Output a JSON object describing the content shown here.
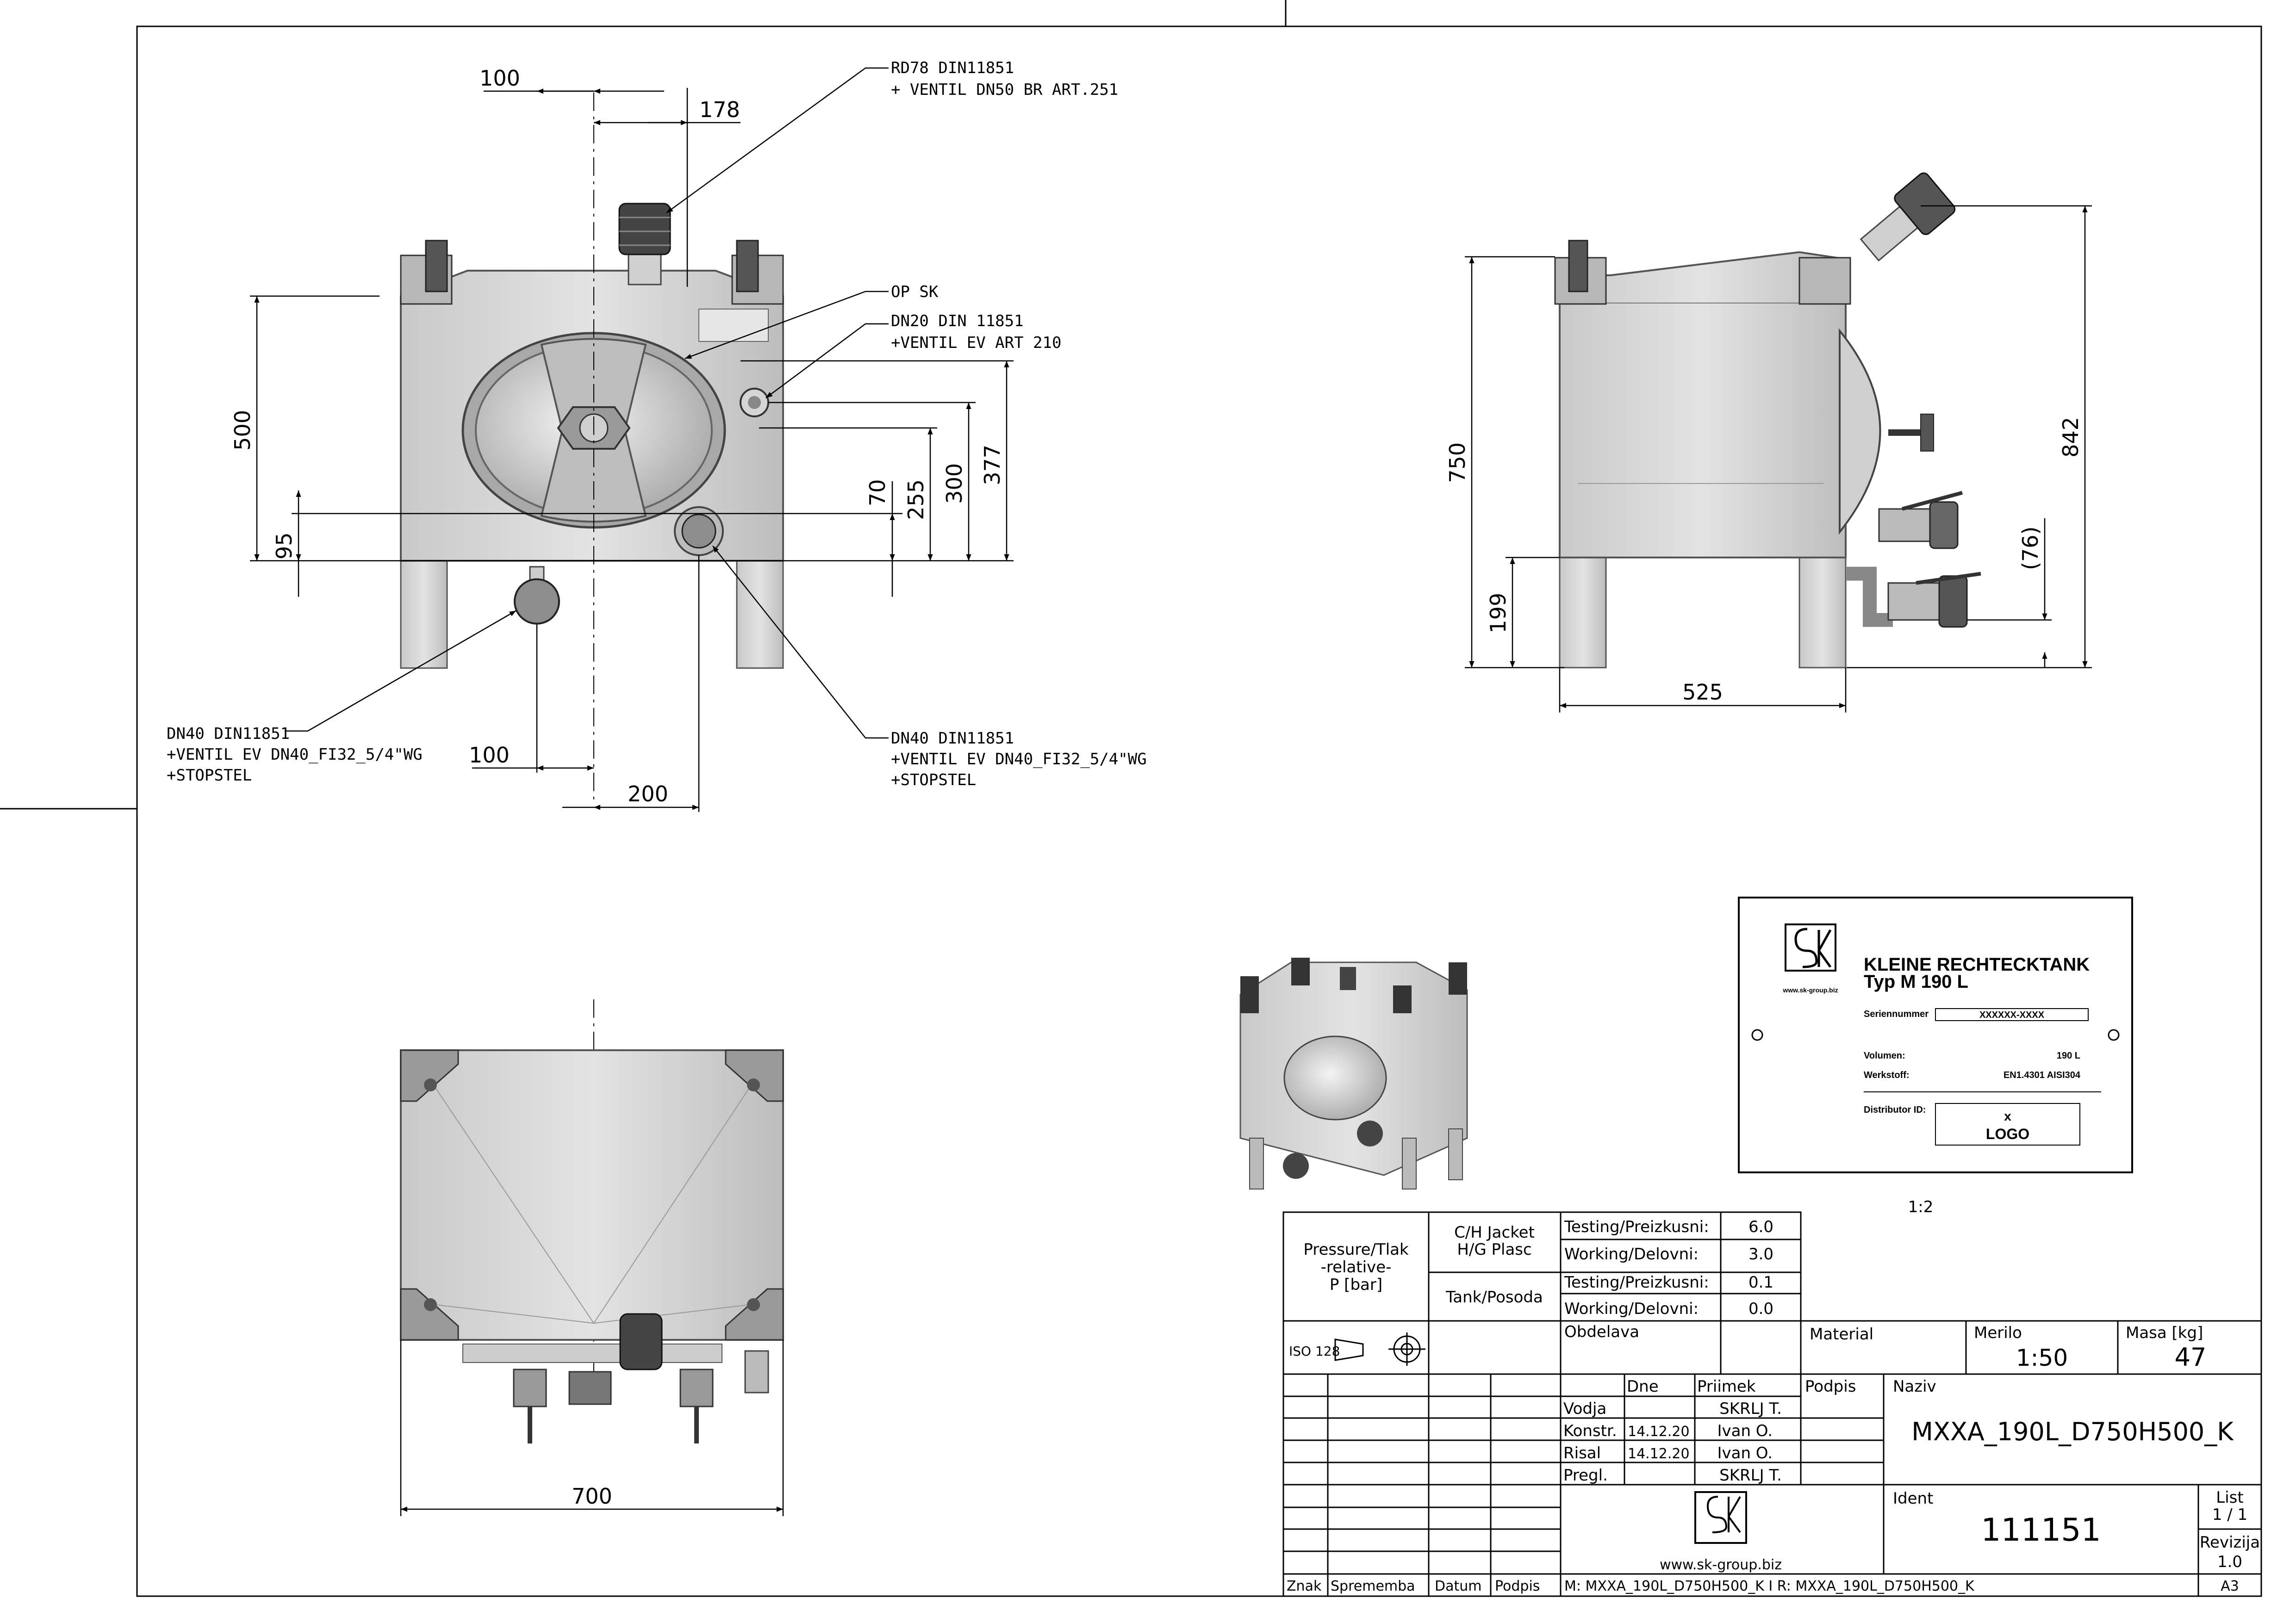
{
  "front_view": {
    "dims": {
      "d100_top": "100",
      "d178": "178",
      "d500": "500",
      "d95": "95",
      "d70": "70",
      "d255": "255",
      "d300": "300",
      "d377": "377",
      "d100_bottom": "100",
      "d200": "200"
    },
    "callouts": {
      "rd78_1": "RD78 DIN11851",
      "rd78_2": "+ VENTIL DN50 BR ART.251",
      "opsk": "OP SK",
      "dn20_1": "DN20 DIN 11851",
      "dn20_2": "+VENTIL EV ART 210",
      "dn40l_1": "DN40 DIN11851",
      "dn40l_2": "+VENTIL EV DN40_FI32_5/4\"WG",
      "dn40l_3": "+STOPSTEL",
      "dn40r_1": "DN40 DIN11851",
      "dn40r_2": "+VENTIL EV DN40_FI32_5/4\"WG",
      "dn40r_3": "+STOPSTEL"
    }
  },
  "side_view": {
    "dims": {
      "d750": "750",
      "d199": "199",
      "d842": "842",
      "d76": "(76)",
      "d525": "525"
    }
  },
  "top_view": {
    "dims": {
      "d700": "700"
    }
  },
  "nameplate": {
    "title1": "KLEINE RECHTECKTANK",
    "title2": "Typ M 190 L",
    "seriennummer_label": "Seriennummer",
    "seriennummer_value": "XXXXXX-XXXX",
    "volumen_label": "Volumen:",
    "volumen_value": "190 L",
    "werkstoff_label": "Werkstoff:",
    "werkstoff_value": "EN1.4301 AISI304",
    "distributor_label": "Distributor ID:",
    "distributor_x": "x",
    "distributor_logo": "LOGO",
    "logo_url": "www.sk-group.biz",
    "scale": "1:2"
  },
  "title_block": {
    "pressure_1": "Pressure/Tlak",
    "pressure_2": "-relative-",
    "pressure_3": "P [bar]",
    "jacket_1": "C/H Jacket",
    "jacket_2": "H/G Plasc",
    "tank": "Tank/Posoda",
    "testing1": "Testing/Preizkusni:",
    "testing1_val": "6.0",
    "working1": "Working/Delovni:",
    "working1_val": "3.0",
    "testing2": "Testing/Preizkusni:",
    "testing2_val": "0.1",
    "working2": "Working/Delovni:",
    "working2_val": "0.0",
    "iso": "ISO 128",
    "obdelava": "Obdelava",
    "material": "Material",
    "merilo": "Merilo",
    "merilo_val": "1:50",
    "masa": "Masa [kg]",
    "masa_val": "47",
    "dne": "Dne",
    "priimek": "Priimek",
    "podpis": "Podpis",
    "naziv": "Naziv",
    "vodja": "Vodja",
    "vodja_name": "SKRLJ T.",
    "konstr": "Konstr.",
    "konstr_date": "14.12.20",
    "konstr_name": "Ivan O.",
    "risal": "Risal",
    "risal_date": "14.12.20",
    "risal_name": "Ivan O.",
    "pregl": "Pregl.",
    "pregl_name": "SKRLJ T.",
    "naziv_val": "MXXA_190L_D750H500_K",
    "ident": "Ident",
    "ident_val": "111151",
    "list": "List",
    "list_val": "1 / 1",
    "revizija": "Revizija",
    "revizija_val": "1.0",
    "website": "www.sk-group.biz",
    "znak": "Znak",
    "sprememba": "Sprememba",
    "datum": "Datum",
    "podpis2": "Podpis",
    "model_line": "M: MXXA_190L_D750H500_K I R: MXXA_190L_D750H500_K",
    "format": "A3"
  }
}
